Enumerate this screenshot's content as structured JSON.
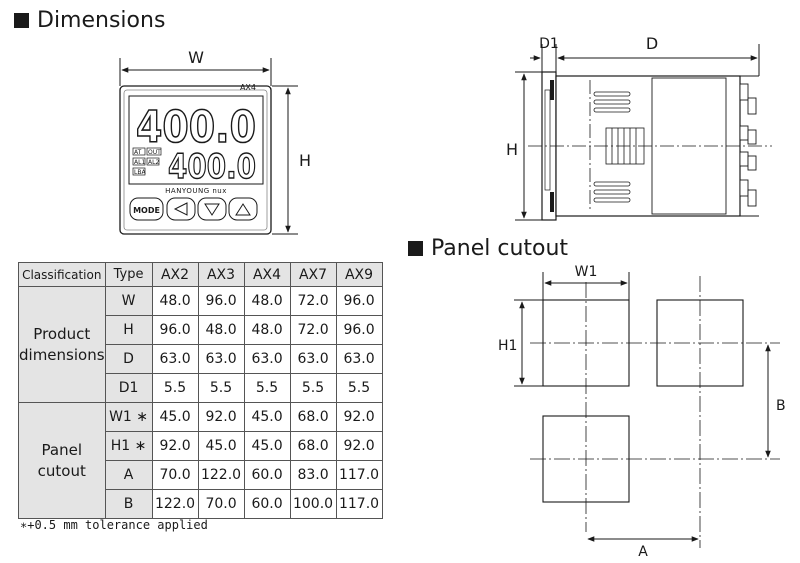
{
  "dimensions_title": "Dimensions",
  "panel_cutout_title": "Panel cutout",
  "front_view": {
    "width_label": "W",
    "height_label": "H",
    "model_label": "AX4",
    "display_top": "400.0",
    "display_bottom": "400.0",
    "indicators": [
      "AT",
      "OUT",
      "AL1",
      "AL2",
      "LBA"
    ],
    "brand": "HANYOUNG nux",
    "buttons": [
      "MODE",
      "left",
      "down",
      "up"
    ]
  },
  "side_view": {
    "d1_label": "D1",
    "d_label": "D",
    "h_label": "H"
  },
  "cutout_diagram": {
    "w1_label": "W1",
    "h1_label": "H1",
    "a_label": "A",
    "b_label": "B"
  },
  "table": {
    "header": {
      "classification": "Classification",
      "type": "Type",
      "models": [
        "AX2",
        "AX3",
        "AX4",
        "AX7",
        "AX9"
      ]
    },
    "groups": [
      {
        "name_lines": [
          "Product",
          "dimensions"
        ],
        "rows": [
          {
            "type": "W",
            "values": [
              "48.0",
              "96.0",
              "48.0",
              "72.0",
              "96.0"
            ]
          },
          {
            "type": "H",
            "values": [
              "96.0",
              "48.0",
              "48.0",
              "72.0",
              "96.0"
            ]
          },
          {
            "type": "D",
            "values": [
              "63.0",
              "63.0",
              "63.0",
              "63.0",
              "63.0"
            ]
          },
          {
            "type": "D1",
            "values": [
              "5.5",
              "5.5",
              "5.5",
              "5.5",
              "5.5"
            ]
          }
        ]
      },
      {
        "name_lines": [
          "Panel",
          "cutout"
        ],
        "rows": [
          {
            "type": "W1 ∗",
            "values": [
              "45.0",
              "92.0",
              "45.0",
              "68.0",
              "92.0"
            ]
          },
          {
            "type": "H1 ∗",
            "values": [
              "92.0",
              "45.0",
              "45.0",
              "68.0",
              "92.0"
            ]
          },
          {
            "type": "A",
            "values": [
              "70.0",
              "122.0",
              "60.0",
              "83.0",
              "117.0"
            ]
          },
          {
            "type": "B",
            "values": [
              "122.0",
              "70.0",
              "60.0",
              "100.0",
              "117.0"
            ]
          }
        ]
      }
    ]
  },
  "tolerance_note": "∗+0.5 mm tolerance applied",
  "colors": {
    "ink": "#1a1a1a",
    "table_shade": "#e4e4e4",
    "line_gray": "#555555"
  }
}
